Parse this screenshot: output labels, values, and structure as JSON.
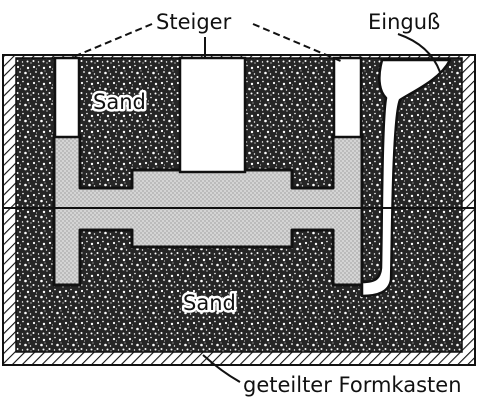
{
  "labels": {
    "steiger": "Steiger",
    "einguss": "Einguß",
    "sand_top": "Sand",
    "sand_bottom": "Sand",
    "formkasten": "geteilter Formkasten"
  },
  "colors": {
    "ink": "#111111",
    "paper": "#ffffff",
    "sand_dark": "#2a2a2a",
    "casting_gray": "#c9c9c9"
  }
}
